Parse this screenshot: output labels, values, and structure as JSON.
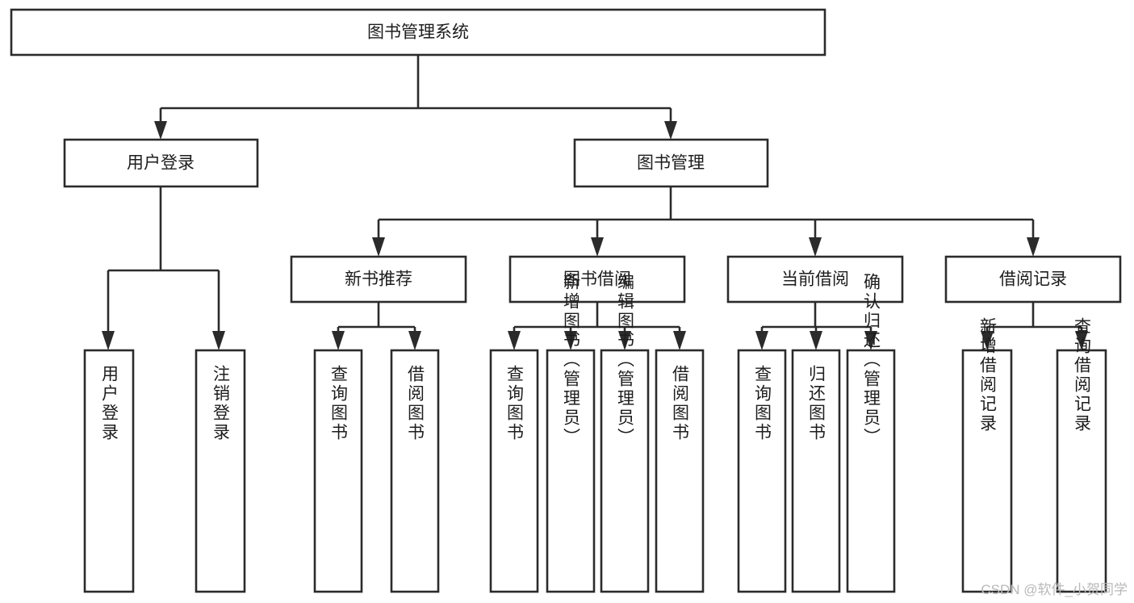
{
  "diagram": {
    "type": "hierarchy-tree",
    "title": "图书管理系统",
    "root": {
      "id": "root",
      "label": "图书管理系统",
      "orientation": "horizontal"
    },
    "level2": [
      {
        "id": "user-login",
        "label": "用户登录",
        "orientation": "horizontal"
      },
      {
        "id": "book-manage",
        "label": "图书管理",
        "orientation": "horizontal"
      }
    ],
    "level3": [
      {
        "id": "new-book-rec",
        "label": "新书推荐",
        "parent": "book-manage",
        "orientation": "horizontal"
      },
      {
        "id": "book-borrow",
        "label": "图书借阅",
        "parent": "book-manage",
        "orientation": "horizontal"
      },
      {
        "id": "current-borrow",
        "label": "当前借阅",
        "parent": "book-manage",
        "orientation": "horizontal"
      },
      {
        "id": "borrow-record",
        "label": "借阅记录",
        "parent": "book-manage",
        "orientation": "horizontal"
      }
    ],
    "leaves": [
      {
        "id": "leaf-user-login",
        "label": "用户登录",
        "parent": "user-login",
        "orientation": "vertical"
      },
      {
        "id": "leaf-user-logout",
        "label": "注销登录",
        "parent": "user-login",
        "orientation": "vertical"
      },
      {
        "id": "leaf-query-book-1",
        "label": "查询图书",
        "parent": "new-book-rec",
        "orientation": "vertical"
      },
      {
        "id": "leaf-borrow-book-1",
        "label": "借阅图书",
        "parent": "new-book-rec",
        "orientation": "vertical"
      },
      {
        "id": "leaf-query-book-2",
        "label": "查询图书",
        "parent": "book-borrow",
        "orientation": "vertical"
      },
      {
        "id": "leaf-add-book",
        "label": "新增图书（管理员）",
        "parent": "book-borrow",
        "orientation": "vertical"
      },
      {
        "id": "leaf-edit-book",
        "label": "编辑图书（管理员）",
        "parent": "book-borrow",
        "orientation": "vertical"
      },
      {
        "id": "leaf-borrow-book-2",
        "label": "借阅图书",
        "parent": "book-borrow",
        "orientation": "vertical"
      },
      {
        "id": "leaf-query-book-3",
        "label": "查询图书",
        "parent": "current-borrow",
        "orientation": "vertical"
      },
      {
        "id": "leaf-return-book",
        "label": "归还图书",
        "parent": "current-borrow",
        "orientation": "vertical"
      },
      {
        "id": "leaf-confirm-return",
        "label": "确认归还（管理员）",
        "parent": "current-borrow",
        "orientation": "vertical"
      },
      {
        "id": "leaf-add-record",
        "label": "新增借阅记录",
        "parent": "borrow-record",
        "orientation": "vertical"
      },
      {
        "id": "leaf-query-record",
        "label": "查询借阅记录",
        "parent": "borrow-record",
        "orientation": "vertical"
      }
    ],
    "colors": {
      "background": "#ffffff",
      "box_fill": "#ffffff",
      "box_stroke": "#2b2b2b",
      "text": "#1d1d1d",
      "watermark": "#b9b9b9"
    }
  },
  "watermark": {
    "text": "CSDN @软件_小贺同学"
  }
}
